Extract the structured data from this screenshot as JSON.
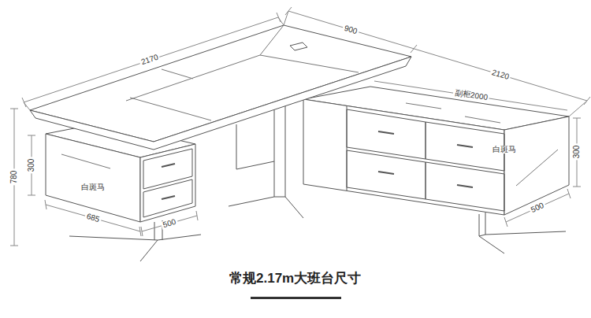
{
  "diagram": {
    "caption": "常规2.17m大班台尺寸",
    "labels": [
      "2170",
      "900",
      "2120",
      "副柜2000",
      "白斑马",
      "300",
      "500",
      "300",
      "白斑马",
      "780",
      "685",
      "500"
    ]
  }
}
